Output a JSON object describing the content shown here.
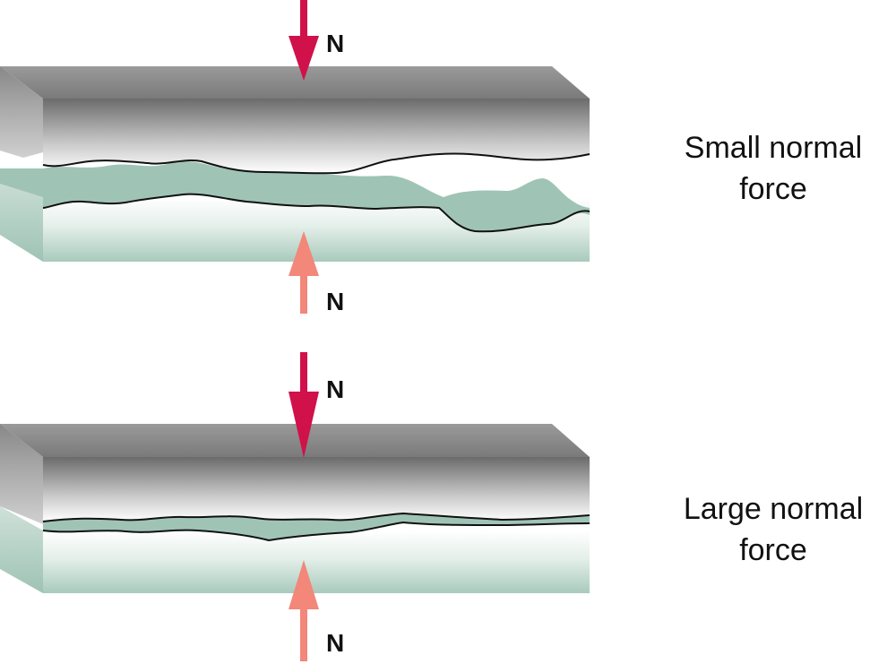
{
  "panels": [
    {
      "top_arrow_label": "N",
      "bottom_arrow_label": "N",
      "caption_line1": "Small normal",
      "caption_line2": "force"
    },
    {
      "top_arrow_label": "N",
      "bottom_arrow_label": "N",
      "caption_line1": "Large normal",
      "caption_line2": "force"
    }
  ],
  "colors": {
    "top_arrow": "#d0114a",
    "bottom_arrow": "#f2877a",
    "upper_block_dark": "#6d6d6d",
    "upper_block_light": "#ffffff",
    "lower_block_green": "#9ec3b4",
    "lower_block_light": "#f3f8f6",
    "contact_green": "#9fc4b6",
    "outline": "#111111"
  }
}
